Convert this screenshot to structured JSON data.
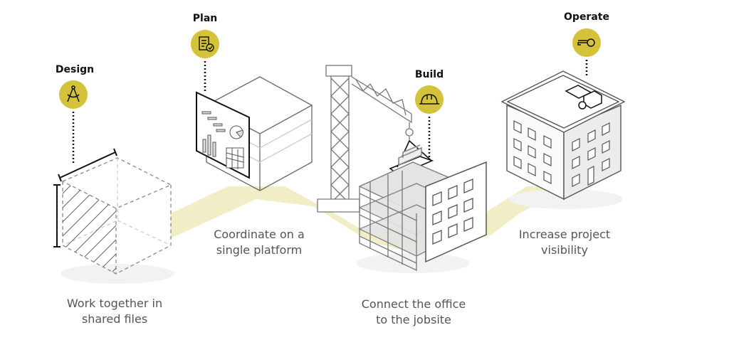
{
  "colors": {
    "accent": "#d3c23a",
    "band": "#f1edc6",
    "line": "#555555"
  },
  "stages": [
    {
      "label": "Design",
      "icon": "compass-icon",
      "caption": [
        "Work together in",
        "shared files"
      ]
    },
    {
      "label": "Plan",
      "icon": "clipboard-check-icon",
      "caption": [
        "Coordinate on a",
        "single platform"
      ]
    },
    {
      "label": "Build",
      "icon": "hard-hat-icon",
      "caption": [
        "Connect the office",
        "to the jobsite"
      ]
    },
    {
      "label": "Operate",
      "icon": "key-icon",
      "caption": [
        "Increase project",
        "visibility"
      ]
    }
  ]
}
